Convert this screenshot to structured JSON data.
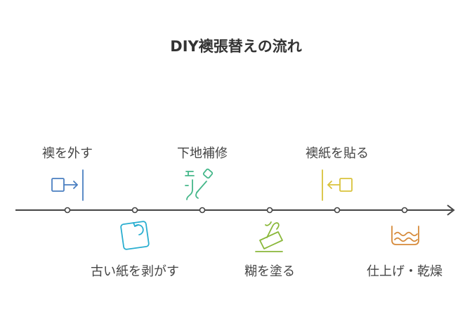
{
  "title": "DIY襖張替えの流れ",
  "colors": {
    "axis": "#444444",
    "step1": "#4a7fc1",
    "step2": "#2aaed0",
    "step3": "#45b78a",
    "step4": "#8ab83a",
    "step5": "#d9c23b",
    "step6": "#d68a3a"
  },
  "steps": [
    {
      "label": "襖を外す",
      "icon": "exit-door-icon"
    },
    {
      "label": "古い紙を剥がす",
      "icon": "peel-paper-icon"
    },
    {
      "label": "下地補修",
      "icon": "repair-tools-icon"
    },
    {
      "label": "糊を塗る",
      "icon": "glue-brush-icon"
    },
    {
      "label": "襖紙を貼る",
      "icon": "enter-door-icon"
    },
    {
      "label": "仕上げ・乾燥",
      "icon": "water-dry-icon"
    }
  ]
}
